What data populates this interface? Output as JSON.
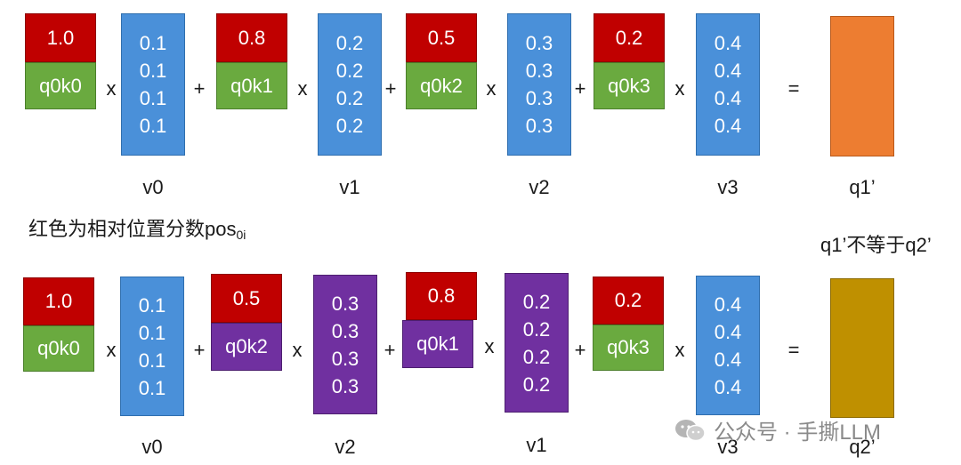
{
  "row1": {
    "terms": [
      {
        "score": "1.0",
        "key": "q0k0",
        "values": [
          "0.1",
          "0.1",
          "0.1",
          "0.1"
        ],
        "vlabel": "v0"
      },
      {
        "score": "0.8",
        "key": "q0k1",
        "values": [
          "0.2",
          "0.2",
          "0.2",
          "0.2"
        ],
        "vlabel": "v1"
      },
      {
        "score": "0.5",
        "key": "q0k2",
        "values": [
          "0.3",
          "0.3",
          "0.3",
          "0.3"
        ],
        "vlabel": "v2"
      },
      {
        "score": "0.2",
        "key": "q0k3",
        "values": [
          "0.4",
          "0.4",
          "0.4",
          "0.4"
        ],
        "vlabel": "v3"
      }
    ],
    "result_label": "q1’"
  },
  "row2": {
    "terms": [
      {
        "score": "1.0",
        "key": "q0k0",
        "values": [
          "0.1",
          "0.1",
          "0.1",
          "0.1"
        ],
        "vlabel": "v0"
      },
      {
        "score": "0.5",
        "key": "q0k2",
        "values": [
          "0.3",
          "0.3",
          "0.3",
          "0.3"
        ],
        "vlabel": "v2"
      },
      {
        "score": "0.8",
        "key": "q0k1",
        "values": [
          "0.2",
          "0.2",
          "0.2",
          "0.2"
        ],
        "vlabel": "v1"
      },
      {
        "score": "0.2",
        "key": "q0k3",
        "values": [
          "0.4",
          "0.4",
          "0.4",
          "0.4"
        ],
        "vlabel": "v3"
      }
    ],
    "result_label": "q2’"
  },
  "ops": {
    "times": "x",
    "plus": "+",
    "equals": "="
  },
  "caption": {
    "main": "红色为相对位置分数pos",
    "sub": "0i"
  },
  "note": "q1’不等于q2’",
  "watermark": "公众号 · 手撕LLM",
  "colors": {
    "score_red": "#c00000",
    "key_green": "#6aaa3f",
    "value_blue": "#4a90d9",
    "swapped_purple": "#7030a0",
    "result_orange": "#ed7d31",
    "result_gold": "#bf9000"
  }
}
